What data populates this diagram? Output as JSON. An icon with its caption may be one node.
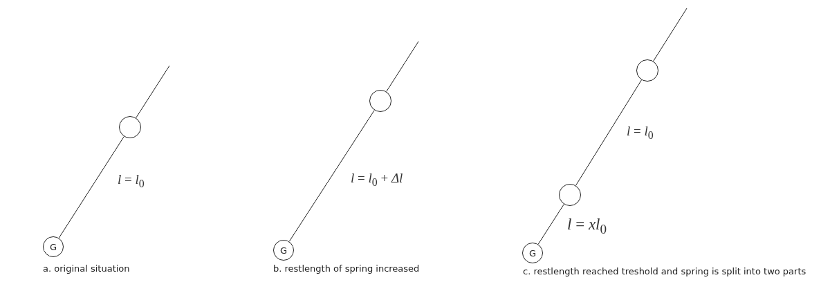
{
  "diagram": {
    "nodes": [
      {
        "text": [
          "G"
        ]
      },
      {
        "text": [],
        "shape": "circle"
      },
      {
        "text": [
          "G"
        ]
      },
      {
        "text": [],
        "shape": "circle"
      },
      {
        "text": [
          "G"
        ]
      },
      {
        "text": [],
        "shape": "circle"
      },
      {
        "text": [],
        "shape": "circle"
      }
    ],
    "edges": [
      {
        "from": 0,
        "to": 1,
        "arrow": "none",
        "label": "*l* = *l*$_{0}$"
      },
      {
        "from": 1,
        "to": null,
        "arrow": "none"
      },
      {
        "from": 2,
        "to": 3,
        "arrow": "none",
        "label": "*l* = *l*$_{0}$ + *Δl*"
      },
      {
        "from": 3,
        "to": null,
        "arrow": "none"
      },
      {
        "from": 4,
        "to": 5,
        "arrow": "none",
        "label": "*l* = *xl*$_{0}$"
      },
      {
        "from": 5,
        "to": 6,
        "arrow": "none",
        "label": "*l* = *l*$_{0}$"
      },
      {
        "from": 6,
        "to": null,
        "arrow": "none"
      }
    ],
    "labels": [
      "a. original situation",
      "b. restlength of spring increased",
      "c. restlength reached treshold and spring is split into two parts"
    ]
  }
}
